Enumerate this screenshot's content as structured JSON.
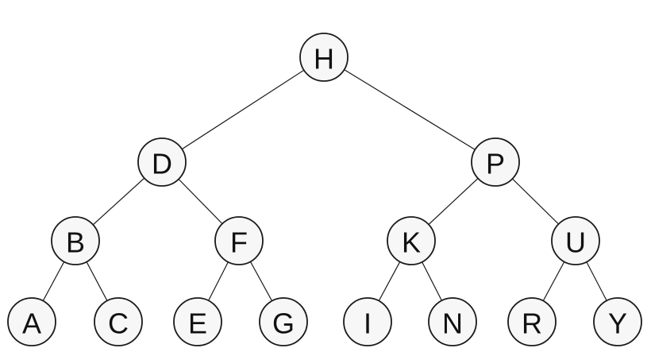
{
  "tree": {
    "root": {
      "label": "H",
      "left": {
        "label": "D",
        "left": {
          "label": "B",
          "left": {
            "label": "A"
          },
          "right": {
            "label": "C"
          }
        },
        "right": {
          "label": "F",
          "left": {
            "label": "E"
          },
          "right": {
            "label": "G"
          }
        }
      },
      "right": {
        "label": "P",
        "left": {
          "label": "K",
          "left": {
            "label": "I"
          },
          "right": {
            "label": "N"
          }
        },
        "right": {
          "label": "U",
          "left": {
            "label": "R"
          },
          "right": {
            "label": "Y"
          }
        }
      }
    }
  }
}
